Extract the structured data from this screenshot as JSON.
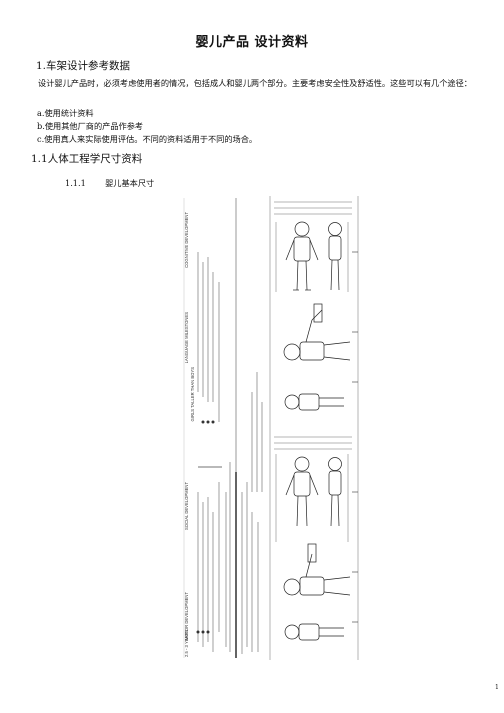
{
  "title": "婴儿产品  设计资料",
  "section1": {
    "heading": "1.车架设计参考数据",
    "intro": "设计婴儿产品时，必须考虑使用者的情况，包括成人和婴儿两个部分。主要考虑安全性及舒适性。这些可以有几个途径：",
    "items": [
      "a.使用统计资料",
      "b.使用其他厂商的产品作参考",
      "c.使用真人来实际使用评估。不同的资料适用于不同的场合。"
    ]
  },
  "section11": {
    "heading": "1.1人体工程学尺寸资料",
    "sub_number": "1.1.1",
    "sub_title": "婴儿基本尺寸"
  },
  "figure": {
    "chart_labels": [
      "COGNITIVE DEVELOPMENT",
      "LANGUAGE MILESTONES",
      "SOCIAL DEVELOPMENT",
      "MOTOR DEVELOPMENT",
      "2.5 - 3 YEARS",
      "GIRLS TALLER THAN BOYS"
    ]
  },
  "page_number": "1"
}
